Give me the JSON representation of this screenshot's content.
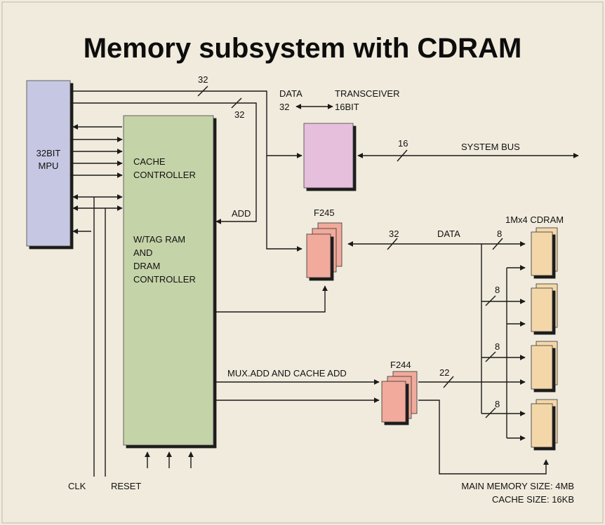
{
  "title": "Memory subsystem with CDRAM",
  "colors": {
    "background": "#f1ebdd",
    "mpu": "#c6c8e3",
    "controller": "#c5d3a8",
    "transceiver": "#e6bfdc",
    "buffer": "#f1aa9c",
    "cdram": "#f4d7a9",
    "wire": "#1a1a1a"
  },
  "mpu": {
    "line1": "32BIT",
    "line2": "MPU"
  },
  "controller": {
    "line1": "CACHE",
    "line2": "CONTROLLER",
    "line3": "W/TAG RAM",
    "line4": "AND",
    "line5": "DRAM",
    "line6": "CONTROLLER"
  },
  "transceiver": {
    "label": "TRANSCEIVER",
    "data_label": "DATA",
    "left_width": "32",
    "right_width": "16BIT"
  },
  "buses": {
    "mpu_bus_a": "32",
    "mpu_bus_b": "32",
    "system_bus_width": "16",
    "system_bus": "SYSTEM BUS",
    "add": "ADD",
    "data_bus_width": "32",
    "data": "DATA",
    "chip_width_1": "8",
    "chip_width_2": "8",
    "chip_width_3": "8",
    "chip_width_4": "8",
    "mux_label": "MUX.ADD AND CACHE ADD",
    "address_width": "22"
  },
  "chips": {
    "f245": "F245",
    "f244": "F244",
    "cdram": "1Mx4 CDRAM"
  },
  "signals": {
    "clk": "CLK",
    "reset": "RESET"
  },
  "notes": {
    "main_memory": "MAIN MEMORY SIZE: 4MB",
    "cache_size": "CACHE SIZE: 16KB"
  }
}
